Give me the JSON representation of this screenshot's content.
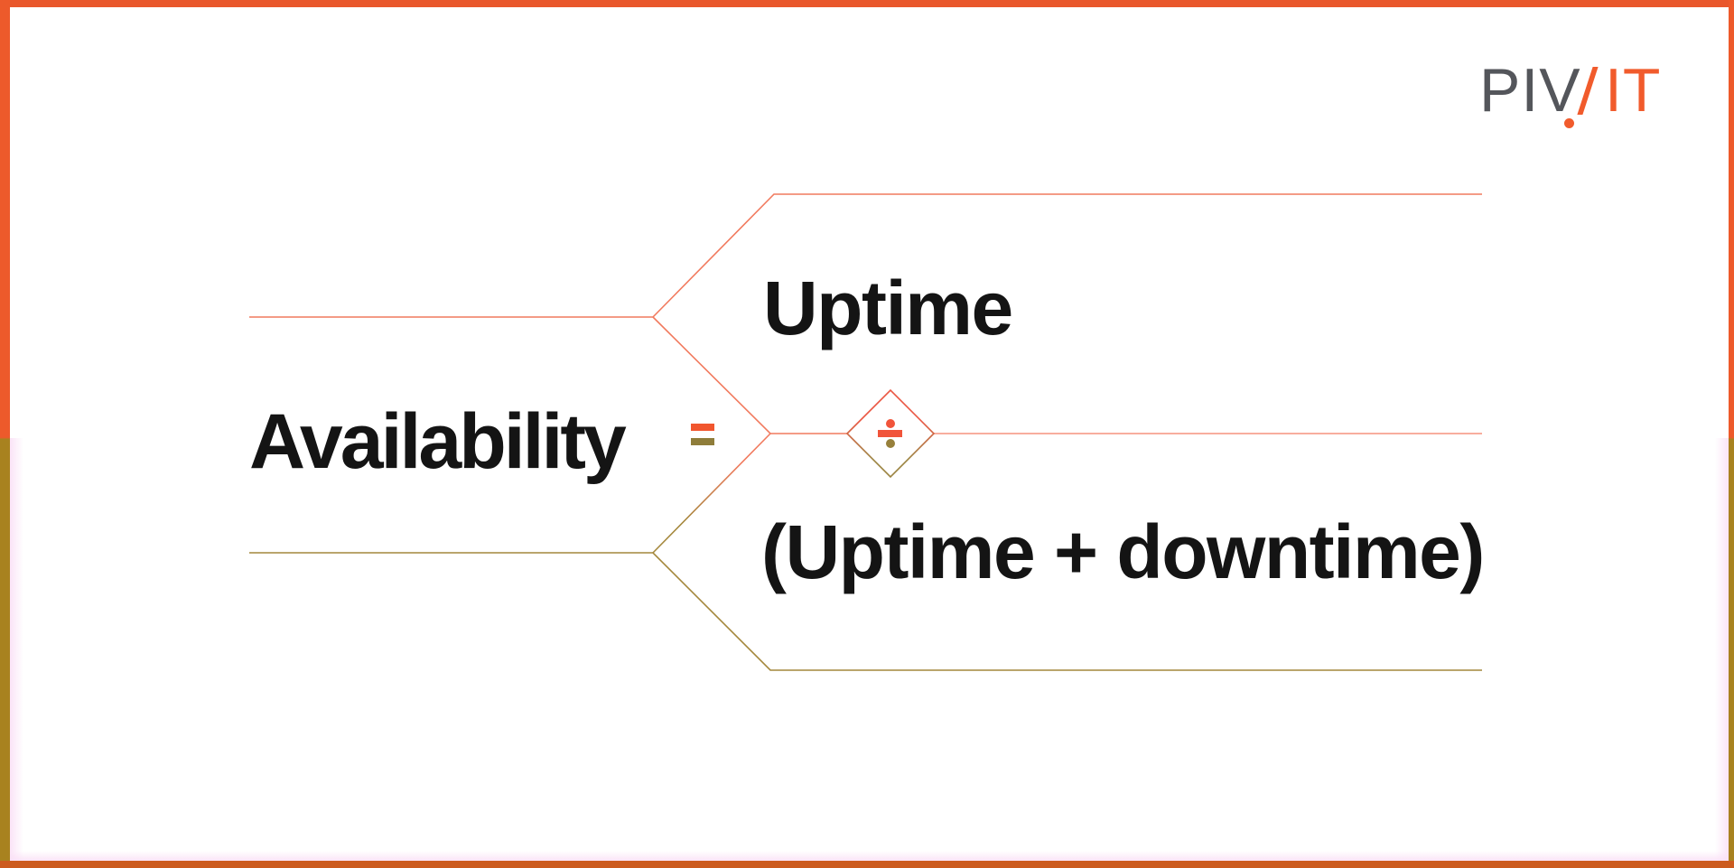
{
  "logo": {
    "prefix": "PIV",
    "suffix": "IT",
    "prefix_color": "#54565b",
    "suffix_color": "#f15b2c"
  },
  "formula": {
    "result_label": "Availability",
    "equals_symbol": "=",
    "numerator_label": "Uptime",
    "divide_symbol": "÷",
    "denominator_label": "(Uptime + downtime)"
  },
  "colors": {
    "background": "#ffffff",
    "text": "#141414",
    "salmon_line": "#f17a5e",
    "salmon_line_light": "#f5947f",
    "olive_line": "#a4873b",
    "accent_orange": "#f1562e",
    "accent_olive": "#8f7d3a",
    "border_top": "#e9572b",
    "border_side_top": "#ed5a2b",
    "border_side_bottom": "#a8821f",
    "border_bottom": "#cc5b1e",
    "glow_pink": "#fae1f6"
  }
}
